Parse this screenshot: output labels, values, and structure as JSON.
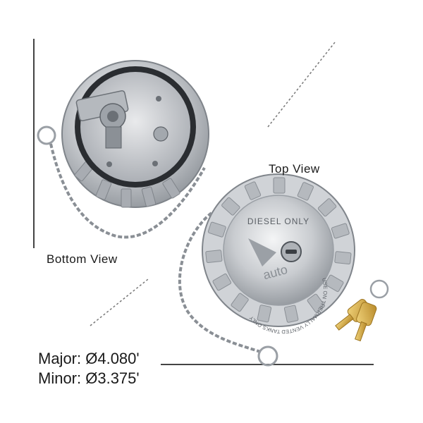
{
  "labels": {
    "top_view": "Top View",
    "bottom_view": "Bottom View",
    "major_dimension": "Major: Ø4.080'",
    "minor_dimension": "Minor: Ø3.375'"
  },
  "cap_text": {
    "diesel_only": "DIESEL ONLY",
    "brand": "auto",
    "ring_text": "USE ON THERMALLY VENTED TANKS ONLY"
  },
  "colors": {
    "chrome": "#c9ccd0",
    "chrome_dark": "#8e9399",
    "key_brass": "#d8b24a",
    "line": "#333333"
  }
}
